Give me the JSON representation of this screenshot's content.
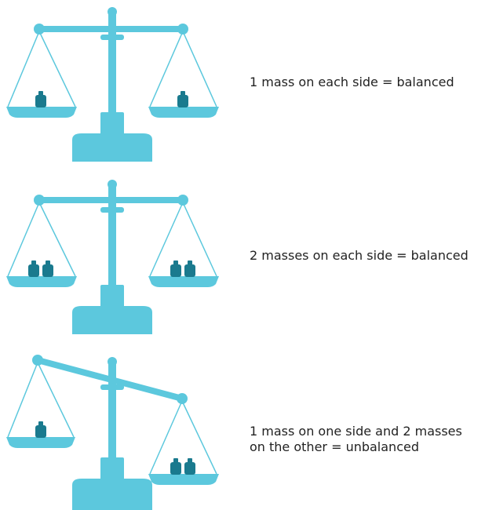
{
  "colors": {
    "scale": "#5cc8dd",
    "mass": "#1a7a8e",
    "line": "#5cc8dd",
    "text": "#222222"
  },
  "scales": [
    {
      "caption": "1 mass on each side = balanced",
      "left_masses": 1,
      "right_masses": 1,
      "state": "balanced"
    },
    {
      "caption": "2 masses on each side = balanced",
      "left_masses": 2,
      "right_masses": 2,
      "state": "balanced"
    },
    {
      "caption": "1 mass on one side and 2 masses\non the other = unbalanced",
      "left_masses": 1,
      "right_masses": 2,
      "state": "unbalanced"
    }
  ]
}
